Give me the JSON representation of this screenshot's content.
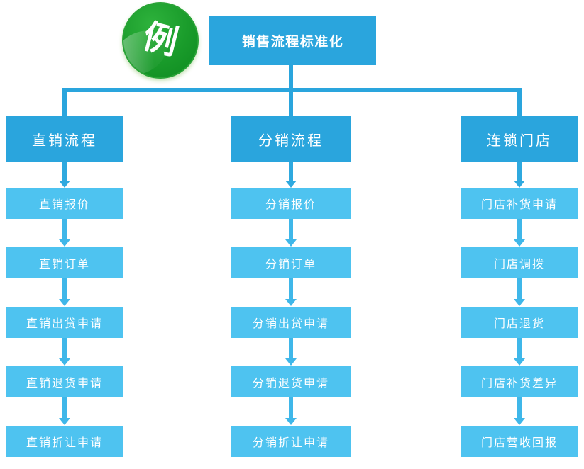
{
  "badge": {
    "label": "例"
  },
  "root": {
    "label": "销售流程标准化"
  },
  "columns": [
    {
      "header": "直销流程",
      "items": [
        "直销报价",
        "直销订单",
        "直销出贷申请",
        "直销退货申请",
        "直销折让申请"
      ]
    },
    {
      "header": "分销流程",
      "items": [
        "分销报价",
        "分销订单",
        "分销出贷申请",
        "分销退货申请",
        "分销折让申请"
      ]
    },
    {
      "header": "连锁门店",
      "items": [
        "门店补货申请",
        "门店调拨",
        "门店退货",
        "门店补货差异",
        "门店营收回报"
      ]
    }
  ],
  "colors": {
    "header": "#2aa5dd",
    "item": "#4ec3f0",
    "arrow_light": "#3fb7e9",
    "arrow_dark": "#2fa9df",
    "text": "#ffffff",
    "badge_green": "#17982a"
  }
}
